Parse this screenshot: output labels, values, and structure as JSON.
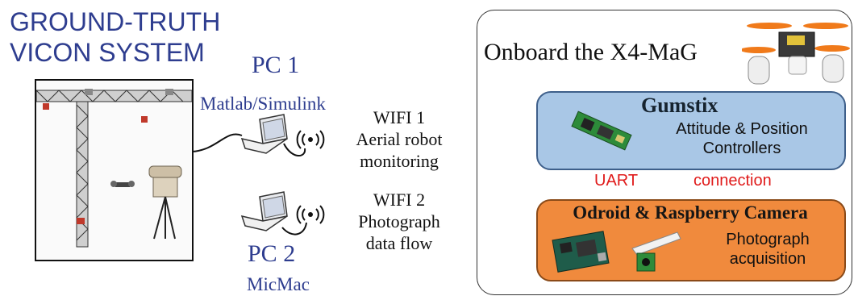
{
  "vicon": {
    "title_line1": "GROUND-TRUTH",
    "title_line2": "VICON SYSTEM"
  },
  "pc1": {
    "title": "PC 1",
    "software": "Matlab/Simulink"
  },
  "pc2": {
    "title": "PC 2",
    "software": "MicMac"
  },
  "wifi1": {
    "label": "WIFI 1",
    "line1": "Aerial robot",
    "line2": "monitoring"
  },
  "wifi2": {
    "label": "WIFI 2",
    "line1": "Photograph",
    "line2": "data flow"
  },
  "onboard": {
    "title": "Onboard the X4-MaG",
    "gumstix": {
      "title": "Gumstix",
      "desc_line1": "Attitude & Position",
      "desc_line2": "Controllers",
      "fill_color": "#a9c7e6"
    },
    "odroid": {
      "title": "Odroid & Raspberry Camera",
      "desc_line1": "Photograph",
      "desc_line2": "acquisition",
      "fill_color": "#f08a3d"
    },
    "link": {
      "left_label": "UART",
      "right_label": "connection",
      "color": "#e01b1b"
    }
  },
  "colors": {
    "title_blue": "#2e3d8f"
  }
}
